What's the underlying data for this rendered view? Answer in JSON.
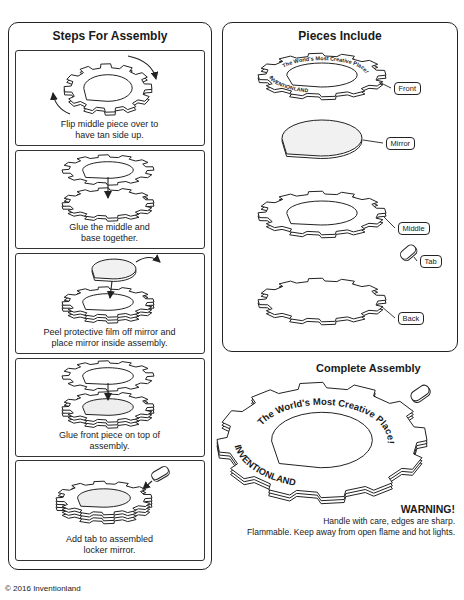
{
  "diagram": {
    "nodes": [
      {
        "text": [
          "Steps For Assembly"
        ]
      },
      {
        "text": [
          "Flip middle piece over to have tan side up."
        ],
        "in": 0
      },
      {
        "text": [
          "Glue the middle and base together."
        ],
        "in": 0
      },
      {
        "text": [
          "Peel protective film off mirror and place mirror inside assembly."
        ],
        "in": 0
      },
      {
        "text": [
          "Glue front piece on top of assembly."
        ],
        "in": 0
      },
      {
        "text": [
          "Add tab to assembled locker mirror."
        ],
        "in": 0
      },
      {
        "text": [
          "Pieces Include"
        ]
      },
      {
        "text": [
          "Front"
        ],
        "in": 6
      },
      {
        "text": [
          "Mirror"
        ],
        "in": 6
      },
      {
        "text": [
          "Middle"
        ],
        "in": 6
      },
      {
        "text": [
          "Tab"
        ],
        "in": 6
      },
      {
        "text": [
          "Back"
        ],
        "in": 6
      }
    ],
    "labels": [
      "The World's Most Creative Place!",
      "INVENTIONLAND",
      "Complete Assembly",
      "The World's Most Creative Place!",
      "INVENTIONLAND",
      "WARNING!",
      "Handle with care, edges are sharp.",
      "Flammable. Keep away from open flame and hot lights.",
      "© 2016 Inventionland"
    ]
  }
}
